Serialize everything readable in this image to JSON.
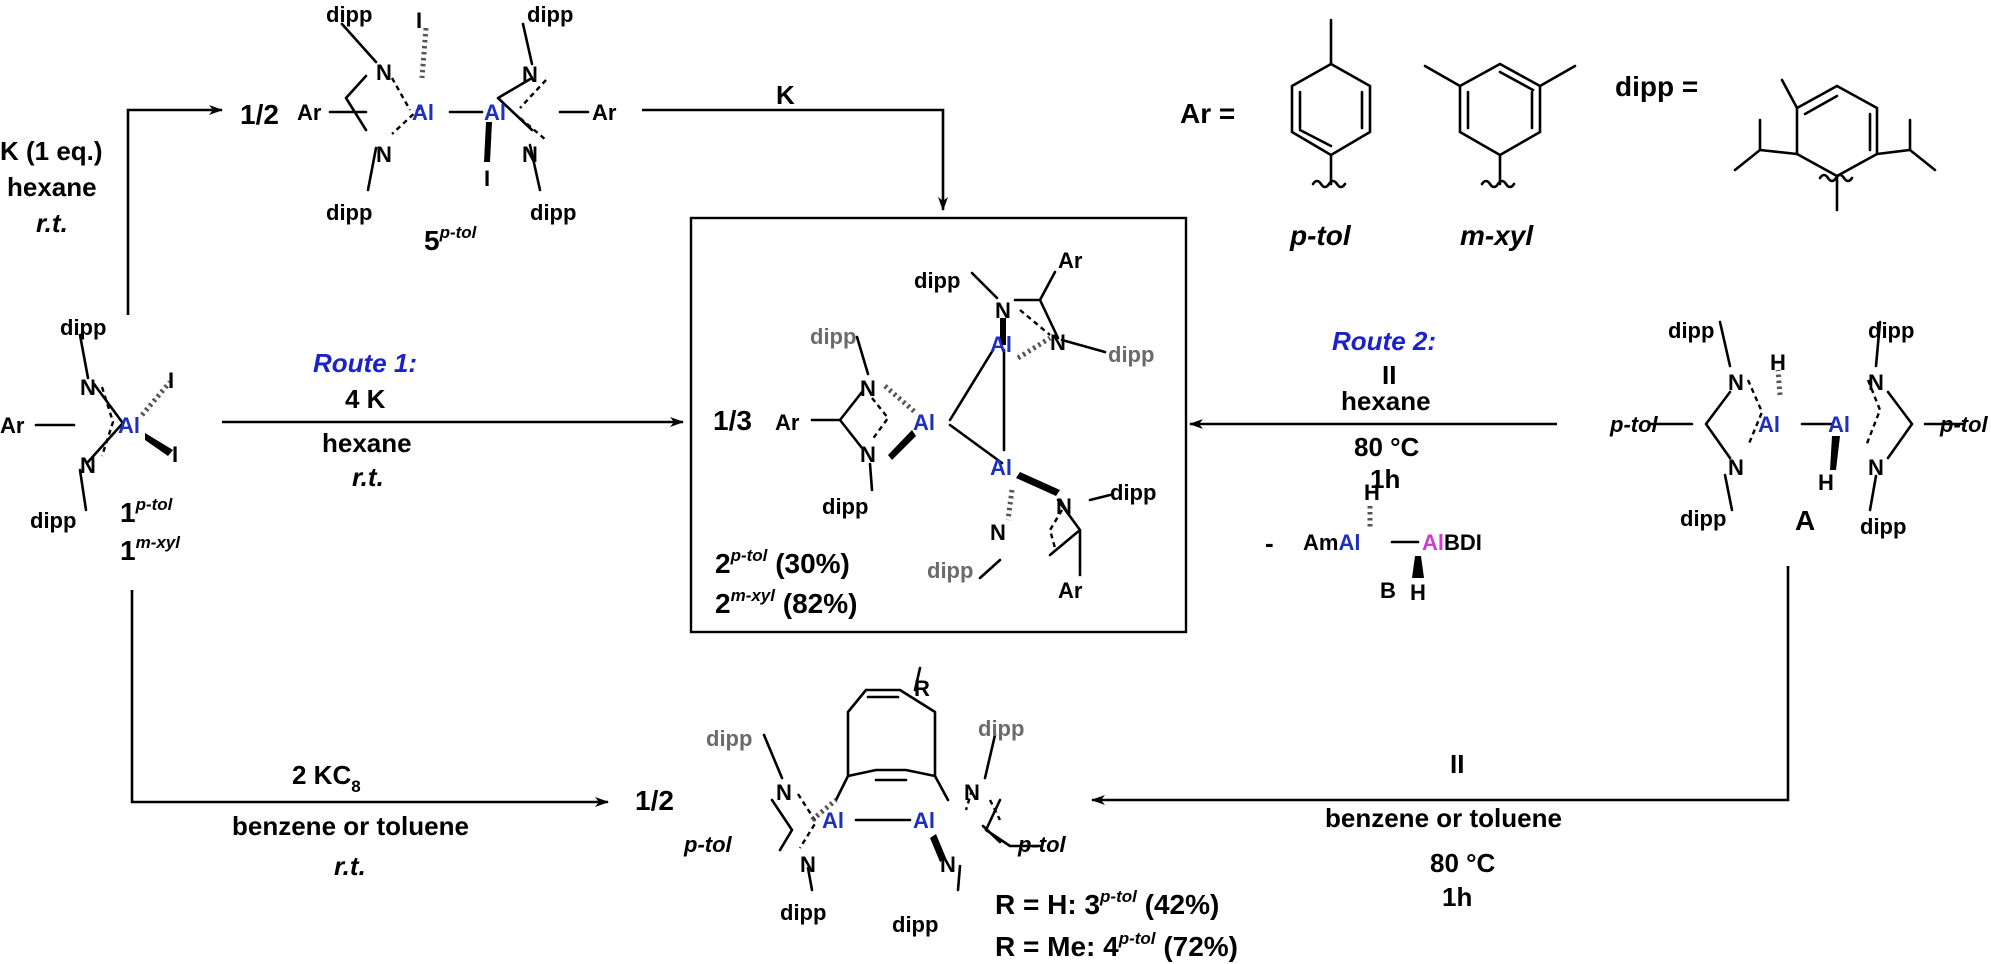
{
  "start": {
    "metal": "Al",
    "ar": "Ar",
    "dipp": "dipp",
    "n": "N",
    "iodide": "I",
    "label_main": "1",
    "label_sup1": "p-tol",
    "label_sup2": "m-xyl"
  },
  "half": "1/2",
  "third": "1/3",
  "cond_top": {
    "line1": "K (1 eq.)",
    "line2": "hexane",
    "line3": "r.t."
  },
  "dimer5": {
    "label": "5",
    "sup": "p-tol",
    "reagent": "K"
  },
  "route1": {
    "title": "Route 1:",
    "reagent": "4 K",
    "solvent": "hexane",
    "temp": "r.t."
  },
  "product2": {
    "line1_label": "2",
    "line1_sup": "p-tol",
    "line1_yield": "(30%)",
    "line2_label": "2",
    "line2_sup": "m-xyl",
    "line2_yield": "(82%)"
  },
  "defs": {
    "ar_eq": "Ar =",
    "ptol_label": "p-tol",
    "mxyl_label": "m-xyl",
    "dipp_eq": "dipp ="
  },
  "route2": {
    "title": "Route 2:",
    "reagent": "II",
    "solvent": "hexane",
    "temp": "80 °C",
    "time": "1h",
    "minus": "-",
    "am": "Am",
    "bdi": "BDI",
    "b_label": "B",
    "h": "H"
  },
  "dimerA": {
    "label": "A",
    "ptol": "p-tol"
  },
  "kc8": {
    "reagent": "2 KC",
    "sub": "8",
    "solvent": "benzene or toluene",
    "temp": "r.t."
  },
  "bottom_right": {
    "reagent": "II",
    "solvent": "benzene or toluene",
    "temp": "80 °C",
    "time": "1h"
  },
  "product34": {
    "r": "R",
    "line1_a": "R = H: 3",
    "line1_sup": "p-tol",
    "line1_b": "(42%)",
    "line2_a": "R = Me: 4",
    "line2_sup": "p-tol",
    "line2_b": "(72%)"
  }
}
